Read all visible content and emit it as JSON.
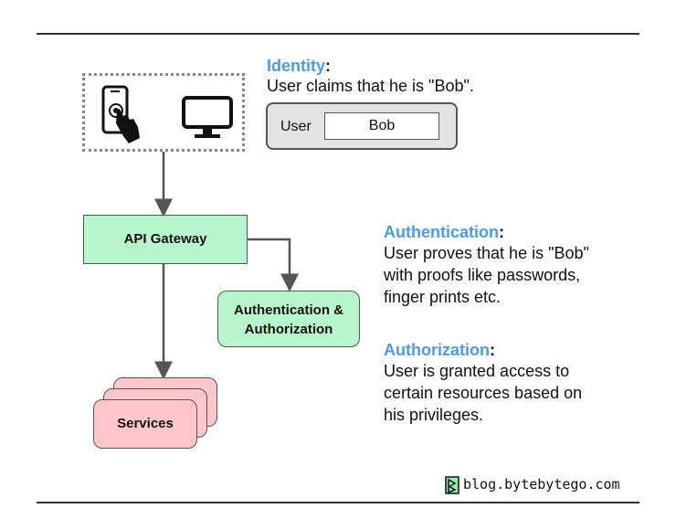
{
  "diagram": {
    "nodes": {
      "api_gateway": "API Gateway",
      "auth_line1": "Authentication &",
      "auth_line2": "Authorization",
      "services": "Services"
    },
    "user_field": {
      "label": "User",
      "value": "Bob"
    },
    "sections": {
      "identity": {
        "heading": "Identity",
        "text": "User claims that he is \"Bob\"."
      },
      "authentication": {
        "heading": "Authentication",
        "lines": [
          "User proves that he is \"Bob\"",
          "with proofs like passwords,",
          "finger prints etc."
        ]
      },
      "authorization": {
        "heading": "Authorization",
        "lines": [
          "User is granted access to",
          "certain resources based on",
          "his privileges."
        ]
      }
    },
    "colon": ":",
    "colors": {
      "heading": "#4a9be8",
      "green_box": "#b9f5cc",
      "pink_box": "#ffc7cc",
      "panel": "#e3e3e3"
    },
    "icons": [
      "mobile-touch-icon",
      "monitor-icon",
      "bytebytego-logo-icon"
    ]
  },
  "footer": {
    "brand": "blog.bytebytego.com"
  }
}
